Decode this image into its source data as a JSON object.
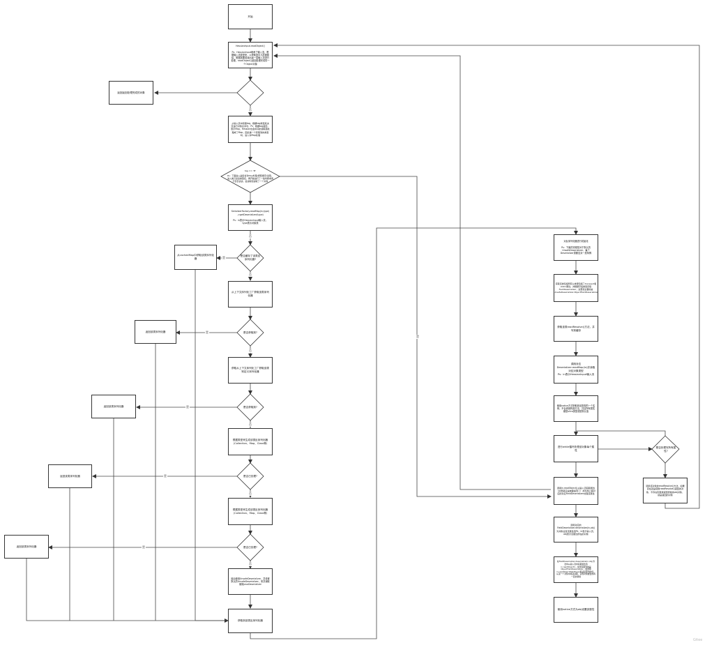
{
  "nodes": {
    "start": "开始",
    "read_object": "HessianInput.readObject()\n\nPs：HessianInput继承了输入流，根据输入流类型来，以获取其中几层嵌套结，根据需要或读出最一层输入流进行处理，readObject()返回处理完成的一个Object对象",
    "return_null": "返回返回处理完成的对象",
    "read_tag": "从输入流中获取tag，根据tag类型来决定进行对象反序化，Ps：根据tag返回，表示Map，Hessian也会中间的读取者处理成了Map，因此第一个获取到的类型时，进入对Map处理",
    "tag_decision": "tag == 'M'\n\nPs：下面进入是集合对Map处理(按照顺序)读取，进入类只读读类型名，再开始进行了一些判断或者不仅仅读读，会读取和读取了一个对象",
    "factory_read_map": "SerializerFactory.readMap(in,type)\n->getDeserializer(type)\n\nPs：in表示HessianInput输入流，type表示对象类",
    "cache_decision": "是否缓存了该类反序列化器?",
    "cached_map": "从cachedMap中获取该类序列化器",
    "get_from_factory": "从上下文序列化工厂获取该类序列化器",
    "got1_decision": "是否获取到?",
    "return_d1": "返回该类序列化器",
    "get_custom": "获取从上下文序列化工厂获取该类别定义序列化器",
    "got2_decision": "是否获取到?",
    "return_d2": "返回该类序列化器",
    "get_by_type1": "根据类型来生成该类反序列化器(Collection、Map、Class等)",
    "got3_decision": "是否已处理?",
    "return_d3": "返回该类序列化器",
    "get_by_type2": "根据类型来生成该类反序列化器(Collection、Map、Class等)",
    "got4_decision": "是否已处理?",
    "return_d4": "返回该类序列化器",
    "unsafe_default": "最后使用UnsafeDeserializer，并设置默认的UnsafeDeserializer，来并读取使用JavaDeserializer",
    "final_get": "获取到该类反序列化器",
    "r_init": "对反序列化器进行初始化\n\nPs：下面的流程是对于默认的UnsafeDeserializer，每个Deserializer类都应对一层特殊",
    "r_fields": "获取该类包括所有父类里包括了transient和static属性，并根据字段类型获取FieldDeserializer，这里就主要的是UnsafeDeserializer.ObjectFieldDeserializer",
    "r_read_resolve": "获取该类readResolve()方法，并写到缓存",
    "r_call_read_map": "调用对应Deserializer.readMap(in)并读取对应对象类型\nPs：in表示HessianInput输入流",
    "r_native": "使用native方式获取到该类型的一个实例，不会调用构造方法，并且所有属性都是ultra类型或是默认值",
    "r_while_fields": "进行while循环处理该对象每个属性",
    "r_has_resolve": "是否处理完所有属性?",
    "r_read_object_field": "调用in.readObject()从输入流获取属性（这里其实是前面提到了）并利用上面对应的对应FieldDeserializer处理该属性",
    "r_field_des": "调用对应的FieldDeserializer.deserialize(in,obj)为对象设置该属性值Ps：in表示输入流，obj表示该属性所在的对象",
    "r_object_field": "在FieldDeserializer.deserialize(in,obj)方法中从输入流中获取属性值in.readObject()，如果获取到的是ObjectFieldDeserializer，会调用in.readObject(fieldType)再读读取到的值，从第一个对象中再读读取，实现对象嵌套的再一层的调用",
    "r_set_native": "使用native方式为obj设置该属性",
    "r_call_resolve": "调用该对象的readResolve()方法，如果存在就是使用readResolve()返回的对象，不存在则直接返回原始的obj对象，就是返回的对象"
  },
  "edge_labels": {
    "yes": "是",
    "no": "否"
  },
  "watermark": "Gitee"
}
